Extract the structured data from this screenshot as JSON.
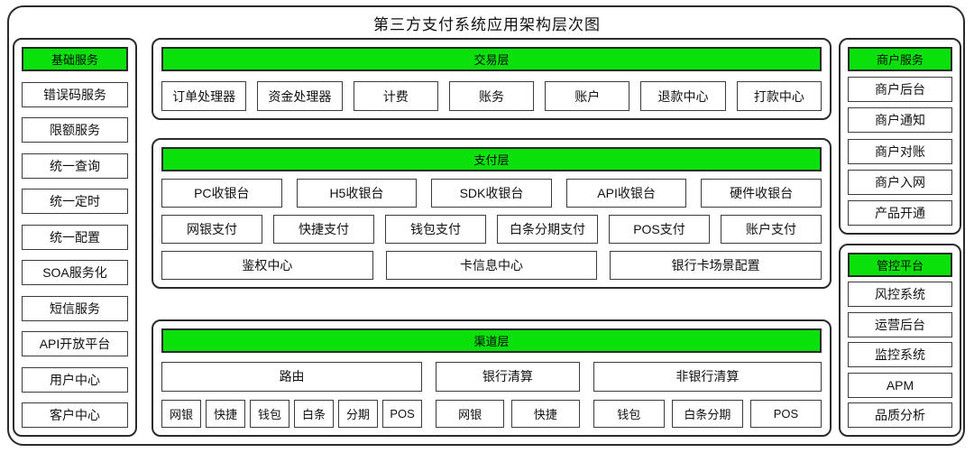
{
  "title": "第三方支付系统应用架构层次图",
  "colors": {
    "header_green": "#0ae00a",
    "border": "#2b2b2b"
  },
  "left_panel": {
    "header": "基础服务",
    "items": [
      "错误码服务",
      "限额服务",
      "统一查询",
      "统一定时",
      "统一配置",
      "SOA服务化",
      "短信服务",
      "API开放平台",
      "用户中心",
      "客户中心"
    ]
  },
  "middle": {
    "transaction_layer": {
      "header": "交易层",
      "items": [
        "订单处理器",
        "资金处理器",
        "计费",
        "账务",
        "账户",
        "退款中心",
        "打款中心"
      ]
    },
    "payment_layer": {
      "header": "支付层",
      "row1": [
        "PC收银台",
        "H5收银台",
        "SDK收银台",
        "API收银台",
        "硬件收银台"
      ],
      "row2": [
        "网银支付",
        "快捷支付",
        "钱包支付",
        "白条分期支付",
        "POS支付",
        "账户支付"
      ],
      "row3": [
        "鉴权中心",
        "卡信息中心",
        "银行卡场景配置"
      ]
    },
    "channel_layer": {
      "header": "渠道层",
      "groups": [
        {
          "label": "路由",
          "children": [
            "网银",
            "快捷",
            "钱包",
            "白条",
            "分期",
            "POS"
          ]
        },
        {
          "label": "银行清算",
          "children": [
            "网银",
            "快捷"
          ]
        },
        {
          "label": "非银行清算",
          "children": [
            "钱包",
            "白条分期",
            "POS"
          ]
        }
      ]
    }
  },
  "right_panels": [
    {
      "header": "商户服务",
      "items": [
        "商户后台",
        "商户通知",
        "商户对账",
        "商户入网",
        "产品开通"
      ]
    },
    {
      "header": "管控平台",
      "items": [
        "风控系统",
        "运营后台",
        "监控系统",
        "APM",
        "品质分析"
      ]
    }
  ]
}
